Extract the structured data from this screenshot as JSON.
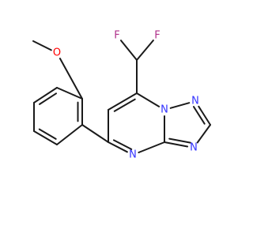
{
  "structure": {
    "atoms": [
      {
        "id": "c_chf2",
        "label": ""
      },
      {
        "id": "f1",
        "label": "F"
      },
      {
        "id": "f2",
        "label": "F"
      },
      {
        "id": "c7",
        "label": ""
      },
      {
        "id": "c6",
        "label": ""
      },
      {
        "id": "c5",
        "label": ""
      },
      {
        "id": "n4",
        "label": "N"
      },
      {
        "id": "c3a",
        "label": ""
      },
      {
        "id": "n_bridge",
        "label": "N"
      },
      {
        "id": "n1",
        "label": "N"
      },
      {
        "id": "c2",
        "label": ""
      },
      {
        "id": "n3",
        "label": "N"
      },
      {
        "id": "ph1",
        "label": ""
      },
      {
        "id": "ph2",
        "label": ""
      },
      {
        "id": "ph3",
        "label": ""
      },
      {
        "id": "ph4",
        "label": ""
      },
      {
        "id": "ph5",
        "label": ""
      },
      {
        "id": "ph6",
        "label": ""
      },
      {
        "id": "o_me",
        "label": "O"
      },
      {
        "id": "c_me",
        "label": ""
      }
    ],
    "colors": {
      "bond": "#1a1a1a",
      "N": "#3333ff",
      "O": "#ff0000",
      "F": "#b0308a"
    }
  }
}
